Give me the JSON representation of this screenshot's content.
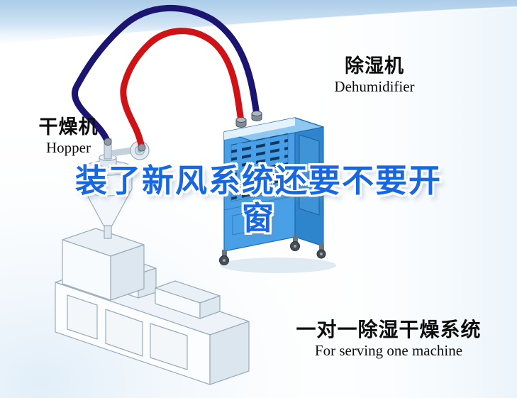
{
  "illustration": {
    "labels": {
      "dryer_cn": "干燥机",
      "dryer_en": "Hopper",
      "dehumidifier_cn": "除湿机",
      "dehumidifier_en": "Dehumidifier"
    },
    "title": {
      "line1": "装了新风系统还要不要开",
      "line2": "窗"
    },
    "caption": {
      "cn": "一对一除湿干燥系统",
      "en": "For serving one machine"
    },
    "colors": {
      "title_blue": "#1768e0",
      "pipe_red": "#cf1216",
      "pipe_navy": "#1b1470",
      "dehumidifier_front": "#49a0e6",
      "dehumidifier_side": "#2f85cb",
      "dehumidifier_top": "#8ec7ef",
      "label_text": "#0d0d0d",
      "background_top_band": "#abcce8"
    }
  }
}
